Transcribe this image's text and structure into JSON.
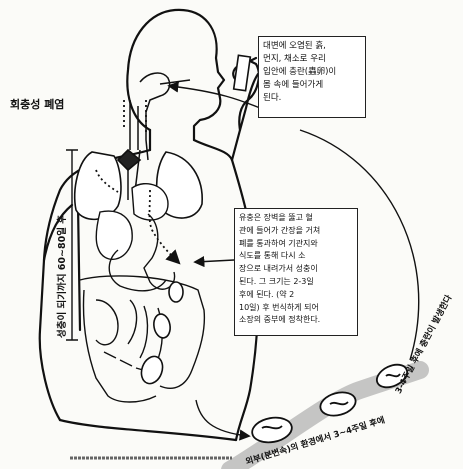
{
  "labels": {
    "infection": "회충성 폐염",
    "growth_period": "성충이 되기까지 60~80일 후",
    "egg_box": "대변에 오염된 흙,\n먼지, 채소로 우리\n입안에 충란(蟲卵)이\n몸 속에 들어가게\n된다.",
    "mid_box": "유충은 장벽을 뚫고 혈\n관에 들어가 간장을 거쳐\n폐를 통과하여 기관지와\n식도를 통해 다시 소\n장으로 내려가서 성충이\n된다. 그 크기는 2-3일\n후에 된다. (약 2\n10일) 후 번식하게 되어\n소장의 중부에 정착한다.",
    "right_arc": "3-4주일 후에 충란이 발생한다",
    "bottom_arc": "외부(분변속)의 환경에서 3~4주일 후에"
  }
}
